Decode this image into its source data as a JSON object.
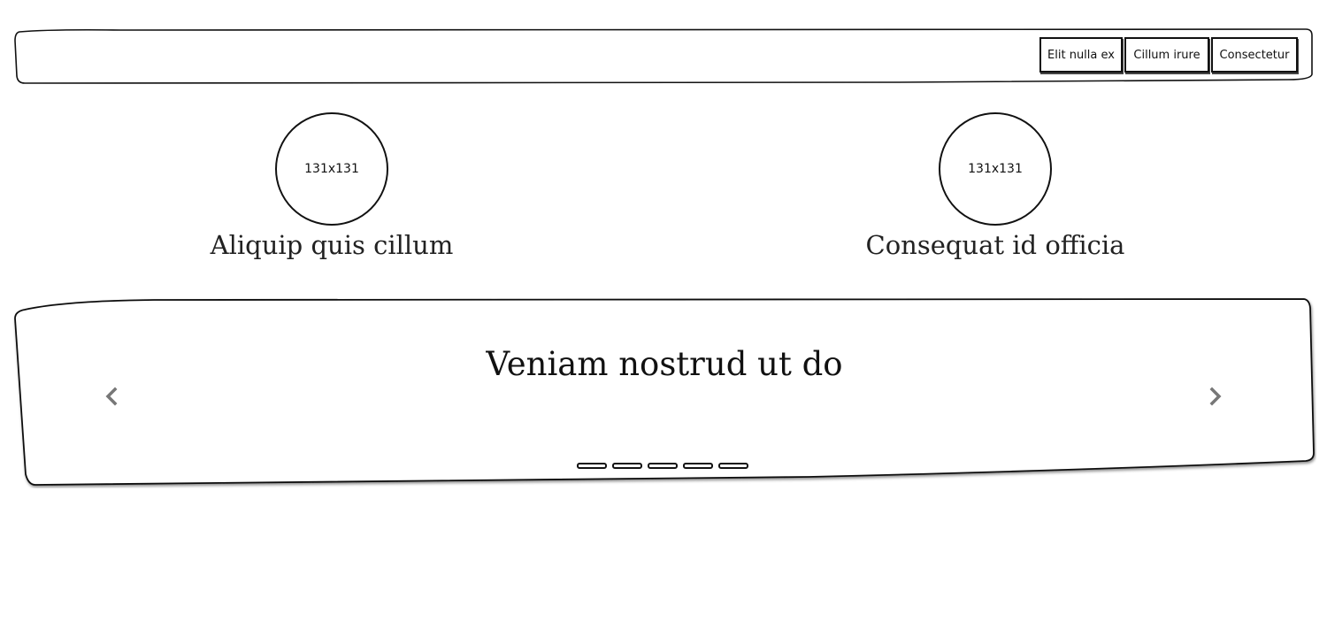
{
  "header": {
    "nav": [
      {
        "label": "Elit nulla ex"
      },
      {
        "label": "Cillum irure"
      },
      {
        "label": "Consectetur"
      }
    ]
  },
  "features": [
    {
      "image_label": "131x131",
      "title": "Aliquip quis cillum"
    },
    {
      "image_label": "131x131",
      "title": "Consequat id officia"
    }
  ],
  "carousel": {
    "title": "Veniam nostrud ut do",
    "prev_icon": "chevron-left-icon",
    "next_icon": "chevron-right-icon",
    "indicators": 5
  }
}
